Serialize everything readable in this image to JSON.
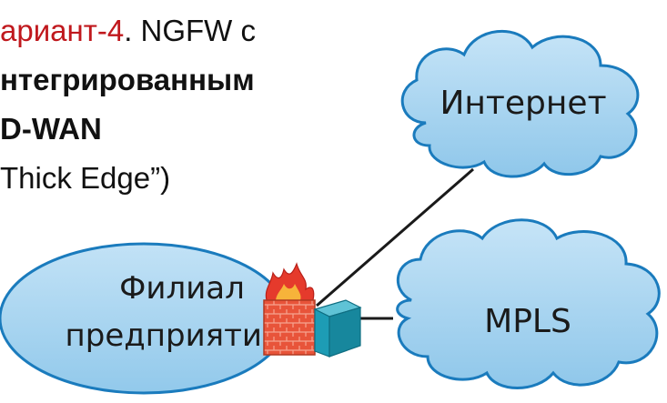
{
  "title": {
    "line1_accent": "ариант-4",
    "line1_rest": ". NGFW с",
    "line2": "нтегрированным",
    "line3": "D-WAN",
    "line4": "Thick Edge”)"
  },
  "nodes": {
    "internet": "Интернет",
    "branch_line1": "Филиал",
    "branch_line2": "предприятия",
    "mpls": "MPLS"
  },
  "colors": {
    "accent": "#c0181d",
    "cloud_fill": "#a8d3ef",
    "cloud_stroke": "#1a7bbd",
    "firewall_brick": "#e8543a",
    "firewall_flame": "#e53a2c",
    "device_teal": "#1d9cb5"
  },
  "icons": {
    "firewall": "firewall-icon",
    "router": "router-device-icon"
  }
}
